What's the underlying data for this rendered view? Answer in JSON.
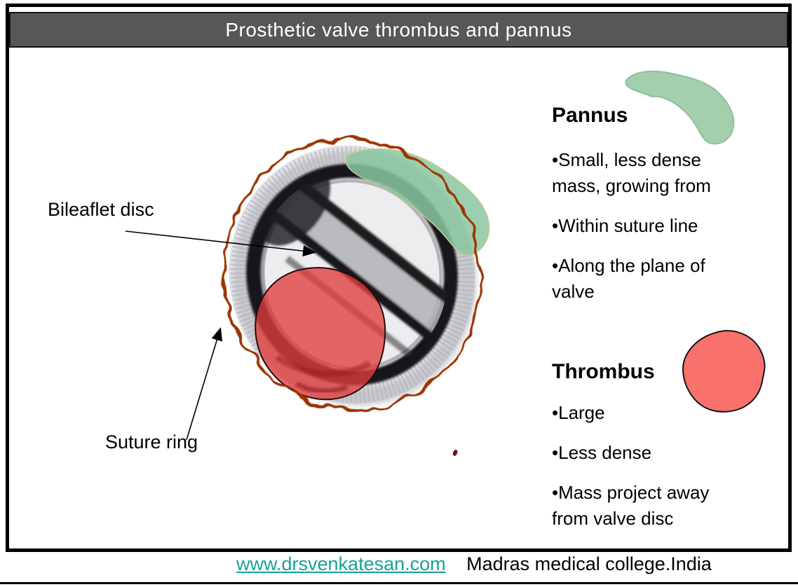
{
  "slide": {
    "title": "Prosthetic valve thrombus and pannus",
    "diagram_labels": {
      "bileaflet": "Bileaflet disc",
      "suture": "Suture ring"
    },
    "pannus": {
      "heading": "Pannus",
      "bullets": [
        "•Small, less dense mass, growing from",
        "•Within suture line",
        "•Along the plane of valve"
      ],
      "color": "#a3cfad"
    },
    "thrombus": {
      "heading": "Thrombus",
      "bullets": [
        "•Large",
        "•Less dense",
        "•Mass project away from valve disc"
      ],
      "color": "#f9716c"
    },
    "footer": {
      "link": "www.drsvenkatesan.com",
      "text": "Madras medical college.India",
      "link_color": "#16a295"
    },
    "colors": {
      "title_bar": "#575757",
      "suture_outline": "#9c3600",
      "valve_pannus_overlay": "#8ac7a0",
      "valve_thrombus_overlay": "#e23e3e"
    }
  }
}
